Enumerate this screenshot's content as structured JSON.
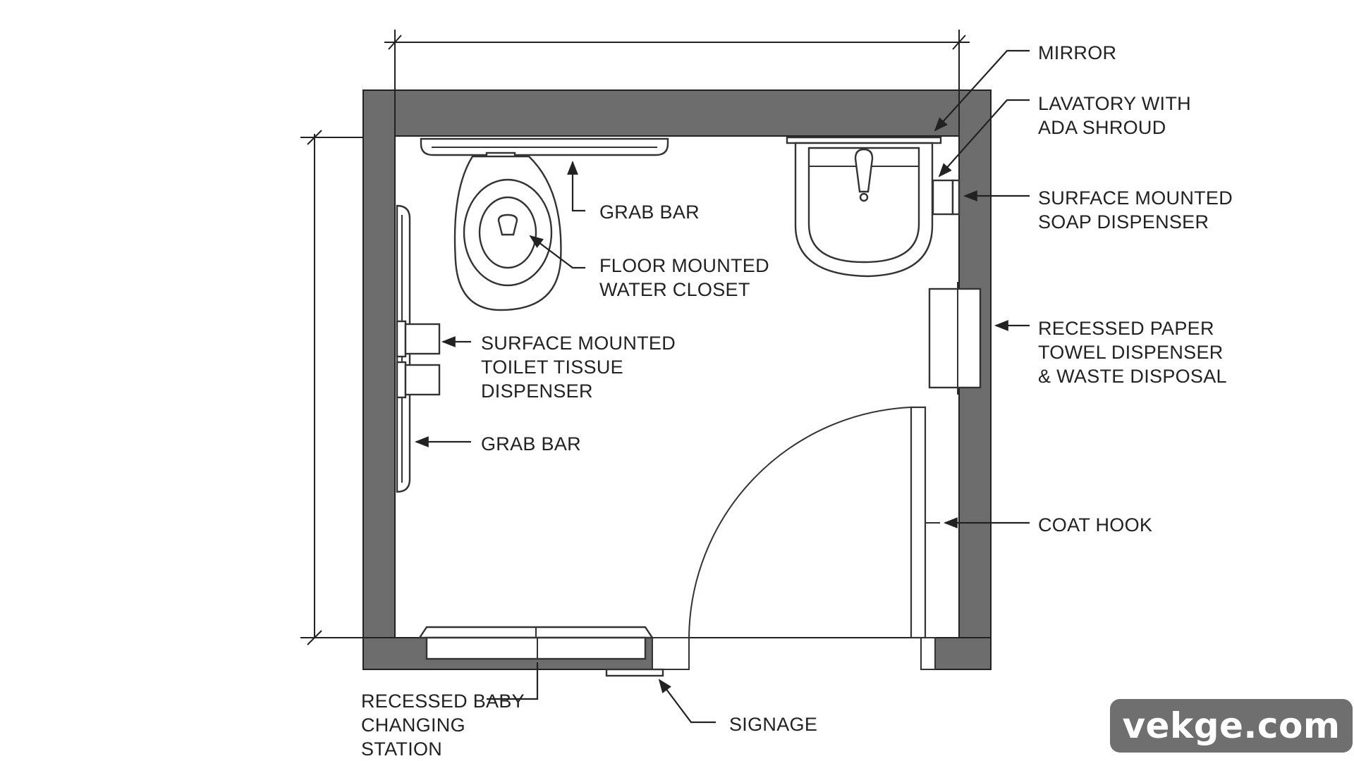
{
  "labels": {
    "mirror": [
      "MIRROR"
    ],
    "lavatory": [
      "LAVATORY WITH",
      "ADA SHROUD"
    ],
    "soap": [
      "SURFACE MOUNTED",
      "SOAP DISPENSER"
    ],
    "towel": [
      "RECESSED PAPER",
      "TOWEL DISPENSER",
      "& WASTE DISPOSAL"
    ],
    "coat_hook": [
      "COAT HOOK"
    ],
    "grab_bar_top": [
      "GRAB BAR"
    ],
    "water_closet": [
      "FLOOR MOUNTED",
      "WATER CLOSET"
    ],
    "tissue": [
      "SURFACE MOUNTED",
      "TOILET TISSUE",
      "DISPENSER"
    ],
    "grab_bar_side": [
      "GRAB BAR"
    ],
    "baby_changing": [
      "RECESSED BABY",
      "CHANGING",
      "STATION"
    ],
    "signage": [
      "SIGNAGE"
    ]
  },
  "watermark": "vekge.com",
  "colors": {
    "wall": "#6d6d6d",
    "line": "#222222",
    "watermark_bg": "#6f6f6f"
  }
}
